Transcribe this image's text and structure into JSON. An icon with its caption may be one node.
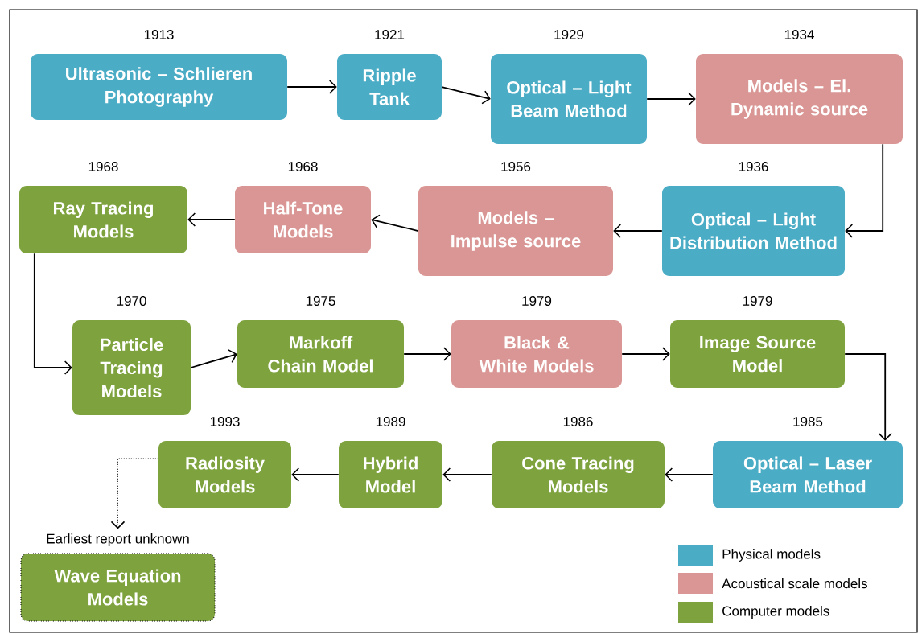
{
  "diagram": {
    "nodes": [
      {
        "text": [
          "Ultrasonic – Schlieren Photography"
        ],
        "beside": [
          "1913"
        ]
      },
      {
        "text": [
          "Ripple Tank"
        ],
        "beside": [
          "1921"
        ]
      },
      {
        "text": [
          "Optical – Light Beam Method"
        ],
        "beside": [
          "1929"
        ]
      },
      {
        "text": [
          "Models – El. Dynamic source"
        ],
        "beside": [
          "1934"
        ]
      },
      {
        "text": [
          "Optical – Light Distribution Method"
        ],
        "beside": [
          "1936"
        ]
      },
      {
        "text": [
          "Models – Impulse source"
        ],
        "beside": [
          "1956"
        ]
      },
      {
        "text": [
          "Half-Tone Models"
        ],
        "beside": [
          "1968"
        ]
      },
      {
        "text": [
          "Ray Tracing Models"
        ],
        "beside": [
          "1968"
        ]
      },
      {
        "text": [
          "Particle Tracing Models"
        ],
        "beside": [
          "1970"
        ]
      },
      {
        "text": [
          "Markoff Chain Model"
        ],
        "beside": [
          "1975"
        ]
      },
      {
        "text": [
          "Black & White Models"
        ],
        "beside": [
          "1979"
        ]
      },
      {
        "text": [
          "Image Source Model"
        ],
        "beside": [
          "1979"
        ]
      },
      {
        "text": [
          "Optical – Laser Beam Method"
        ],
        "beside": [
          "1985"
        ]
      },
      {
        "text": [
          "Cone Tracing Models"
        ],
        "beside": [
          "1986"
        ]
      },
      {
        "text": [
          "Hybrid Model"
        ],
        "beside": [
          "1989"
        ]
      },
      {
        "text": [
          "Radiosity Models"
        ],
        "beside": [
          "1993"
        ]
      },
      {
        "text": [
          "Wave Equation Models"
        ],
        "beside": [
          "Earliest report unknown"
        ]
      }
    ],
    "edges": [
      {
        "from": 0,
        "to": 1,
        "arrow": "to"
      },
      {
        "from": 1,
        "to": 2,
        "arrow": "to"
      },
      {
        "from": 2,
        "to": 3,
        "arrow": "to"
      },
      {
        "from": 3,
        "to": 4,
        "arrow": "to"
      },
      {
        "from": 4,
        "to": 5,
        "arrow": "to"
      },
      {
        "from": 5,
        "to": 6,
        "arrow": "to"
      },
      {
        "from": 6,
        "to": 7,
        "arrow": "to"
      },
      {
        "from": 7,
        "to": 8,
        "arrow": "to"
      },
      {
        "from": 8,
        "to": 9,
        "arrow": "to"
      },
      {
        "from": 9,
        "to": 10,
        "arrow": "to"
      },
      {
        "from": 10,
        "to": 11,
        "arrow": "to"
      },
      {
        "from": 11,
        "to": 12,
        "arrow": "to"
      },
      {
        "from": 12,
        "to": 13,
        "arrow": "to"
      },
      {
        "from": 13,
        "to": 14,
        "arrow": "to"
      },
      {
        "from": 14,
        "to": 15,
        "arrow": "to"
      },
      {
        "from": 15,
        "to": 16,
        "arrow": "to",
        "style": "dashed"
      }
    ],
    "legend": [
      {
        "text": "Physical models",
        "color": "#4bacc6"
      },
      {
        "text": "Acoustical scale models",
        "color": "#d99694"
      },
      {
        "text": "Computer models",
        "color": "#7ea33e"
      }
    ]
  }
}
